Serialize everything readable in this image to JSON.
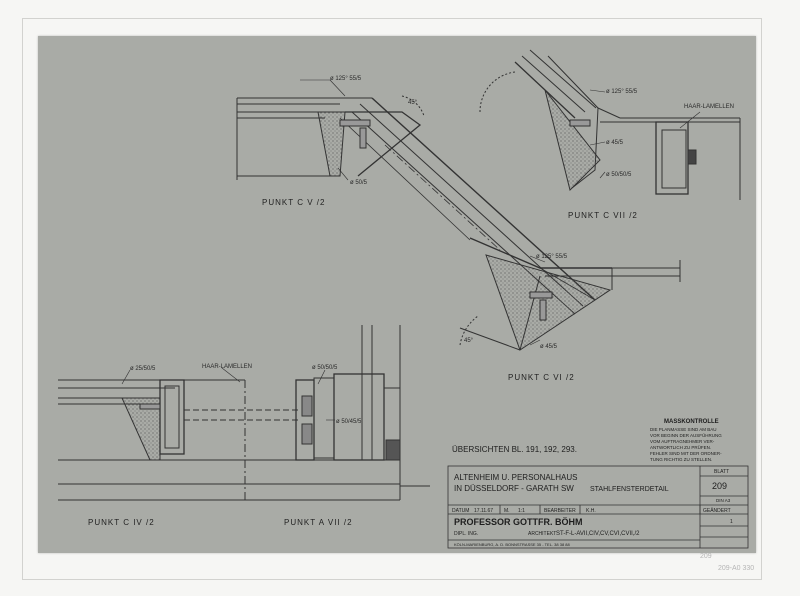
{
  "drawing": {
    "details": {
      "c5": {
        "title": "PUNKT  C V /2",
        "dim_top": "ø 125° 55/5",
        "dim_bottom": "ø 50/5",
        "angle": "45°"
      },
      "c7": {
        "title": "PUNKT  C VII /2",
        "dim_top": "ø 125° 55/5",
        "dim_mid": "ø 45/5",
        "dim_bottom": "ø 50/50/5",
        "label": "HAAR-LAMELLEN"
      },
      "c6": {
        "title": "PUNKT  C VI /2",
        "dim_top": "ø 125° 55/5",
        "dim_bottom": "ø 45/5",
        "angle": "45°"
      },
      "c4": {
        "title": "PUNKT  C IV /2",
        "dim_left": "ø 25/50/5",
        "label": "HAAR-LAMELLEN"
      },
      "a7": {
        "title": "PUNKT  A VII /2",
        "dim_top": "ø 50/50/5",
        "dim_mid": "ø 50/45/5"
      }
    },
    "overview": "ÜBERSICHTEN  BL. 191, 192, 293.",
    "massk": {
      "title": "MASSKONTROLLE",
      "lines": [
        "DIE PLANMASSE SIND AM BAU",
        "VOR BEGINN DER AUSFÜHRUNG",
        "VOM AUFTRAGNEHMER VER-",
        "ANTWORTLICH ZU PRÜFEN.",
        "FEHLER SIND MIT DER ORDNER-",
        "TUNG RICHTIG ZU STELLEN."
      ]
    },
    "title_block": {
      "project_line1": "ALTENHEIM U. PERSONALHAUS",
      "project_line2": "IN DÜSSELDORF - GARATH  SW",
      "subject": "STAHLFENSTERDETAIL",
      "datum_label": "DATUM",
      "datum": "17.11.67",
      "scale_label": "M.",
      "scale": "1:1",
      "bearbeiter_label": "BEARBEITER",
      "bearbeiter": "K.H.",
      "blatt_label": "BLATT",
      "blatt": "209",
      "blatt_sub": "DIN A3",
      "index_label": "GEÄNDERT",
      "architect": "PROFESSOR GOTTFR. BÖHM",
      "architect_sub": "DIPL. ING.",
      "architekt_label": "ARCHITEKT",
      "ref": "ST-F-L-AVII,CIV,CV,CVI,CVII,/2",
      "address": "KÖLN-MARIENBURG, A. D. BONNSTRASSE 35 - TEL. 38 38 88",
      "small_num": "1"
    },
    "outside_marks": {
      "page_no": "209",
      "archive": "209-A0 330"
    }
  }
}
